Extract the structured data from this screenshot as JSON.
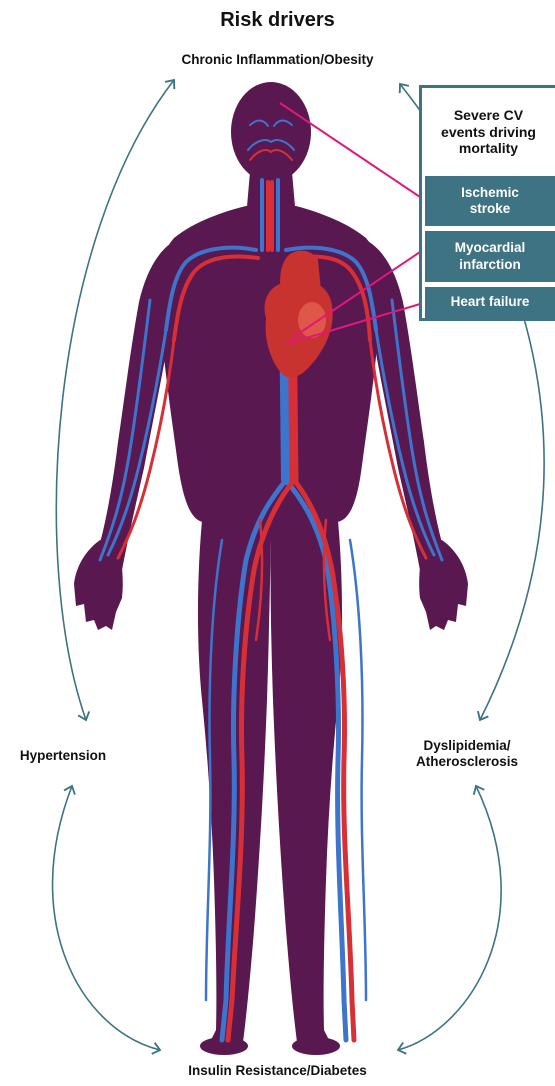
{
  "title": "Risk drivers",
  "risk_drivers": {
    "top": "Chronic Inflammation/Obesity",
    "left": "Hypertension",
    "right": "Dyslipidemia/\nAtherosclerosis",
    "bottom": "Insulin Resistance/Diabetes"
  },
  "outcomes": {
    "header": "Severe CV\nevents driving\nmortality",
    "events": [
      "Ischemic\nstroke",
      "Myocardial\ninfarction",
      "Heart failure"
    ]
  },
  "colors": {
    "body": "#5a1850",
    "arteries": "#d63036",
    "veins": "#3d74cc",
    "heart": "#c8322f",
    "arrows": "#3d7383",
    "event_box": "#3d7383",
    "pointer_lines": "#e0187a"
  }
}
